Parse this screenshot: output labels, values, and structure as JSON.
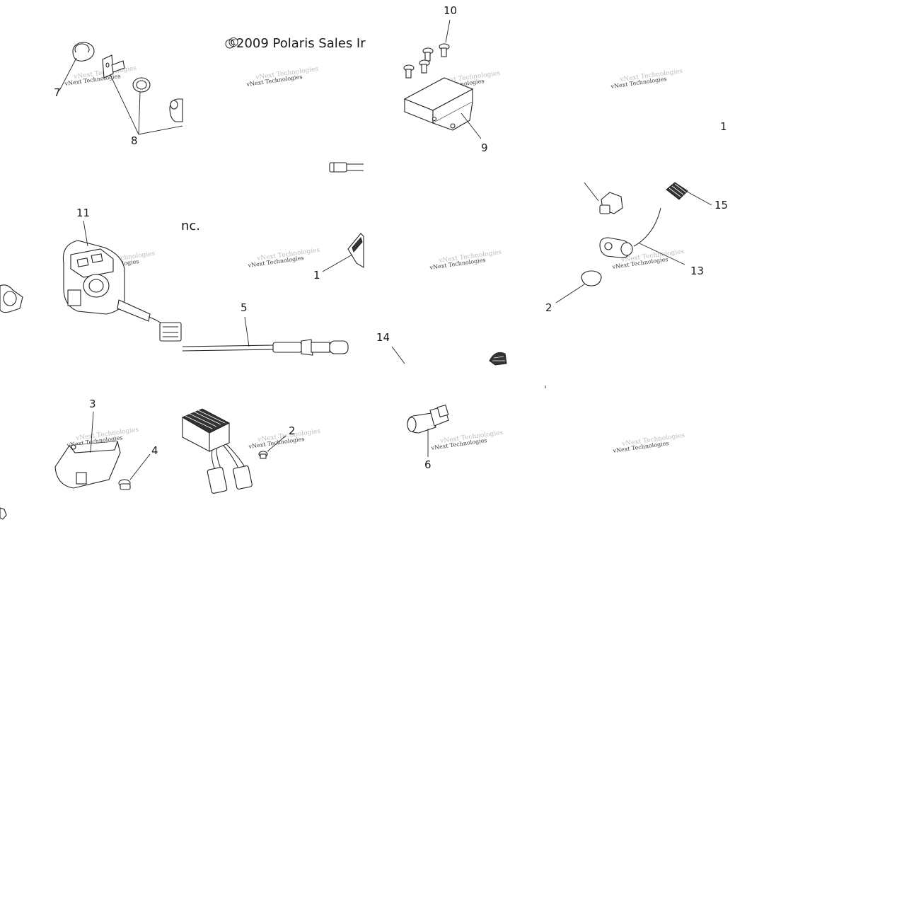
{
  "copyright": {
    "symbol": "©",
    "text": "2009 Polaris Sales Ir",
    "fragment": "nc."
  },
  "watermark": {
    "text": "vNext Technologies"
  },
  "callouts": {
    "c1": "1",
    "c2a": "2",
    "c2b": "2",
    "c3": "3",
    "c4": "4",
    "c5": "5",
    "c6": "6",
    "c7": "7",
    "c8": "8",
    "c9": "9",
    "c10": "10",
    "c11": "11",
    "c12": "1",
    "c13": "13",
    "c14": "14",
    "c15": "15"
  }
}
